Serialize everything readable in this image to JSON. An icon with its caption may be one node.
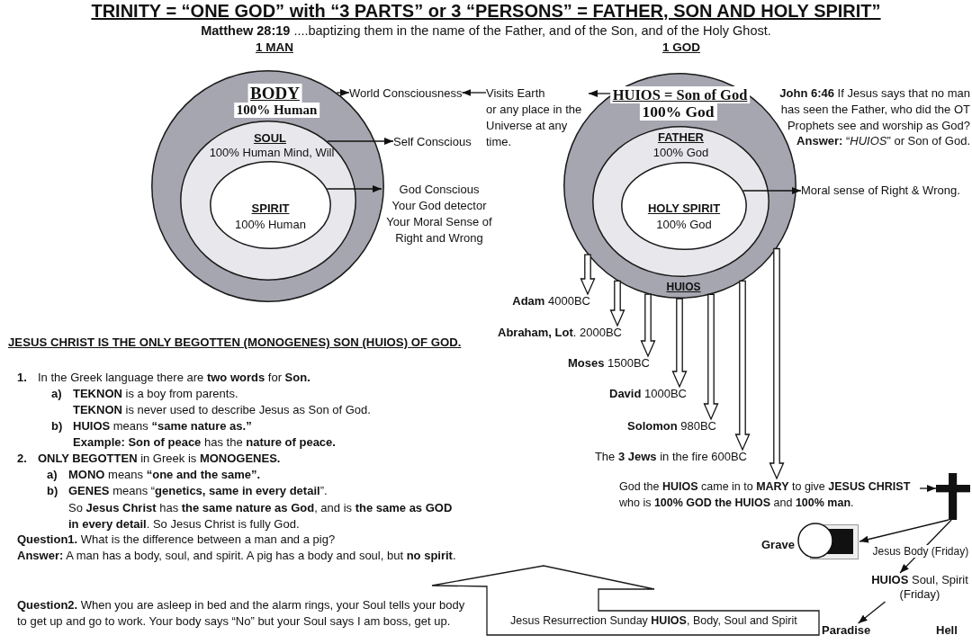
{
  "diagram": {
    "title": "TRINITY = “ONE GOD” with “3 PARTS” or 3 “PERSONS” = FATHER, SON AND HOLY SPIRIT”",
    "nodes": [
      {
        "text": [
          "BODY",
          "100% Human"
        ]
      },
      {
        "text": [
          "SOUL",
          "100% Human Mind, Will"
        ],
        "in": 0
      },
      {
        "text": [
          "SPIRIT",
          "100% Human"
        ],
        "in": 1
      },
      {
        "text": [
          "World Consciousness"
        ]
      },
      {
        "text": [
          "Self Conscious"
        ]
      },
      {
        "text": [
          "God Conscious",
          "Your God detector",
          "Your Moral Sense of Right and Wrong"
        ]
      },
      {
        "text": [
          "Visits Earth",
          "or any place in the Universe at any time."
        ]
      },
      {
        "text": [
          "HUIOS = Son of God",
          "100% God",
          "HUIOS"
        ]
      },
      {
        "text": [
          "FATHER",
          "100% God"
        ],
        "in": 7
      },
      {
        "text": [
          "HOLY SPIRIT",
          "100% God"
        ],
        "in": 8
      },
      {
        "text": [
          "Moral sense of Right & Wrong."
        ]
      },
      {
        "text": [
          "**Adam** 4000BC"
        ]
      },
      {
        "text": [
          "**Abraham, Lot**. 2000BC"
        ]
      },
      {
        "text": [
          "**Moses** 1500BC"
        ]
      },
      {
        "text": [
          "**David** 1000BC"
        ]
      },
      {
        "text": [
          "**Solomon** 980BC"
        ]
      },
      {
        "text": [
          "The **3 Jews** in the fire 600BC"
        ]
      },
      {
        "text": [
          "God the **HUIOS** came in to **MARY** to give **JESUS CHRIST** who is **100% GOD the HUIOS** and **100% man**."
        ]
      },
      {
        "text": [],
        "shape": "cross"
      },
      {
        "text": [],
        "shape": "picture",
        "beside": [
          "Grave"
        ]
      },
      {
        "text": [
          "**HUIOS** Soul, Spirit (Friday)"
        ]
      },
      {
        "text": [
          "Paradise"
        ]
      },
      {
        "text": [
          "Jesus Resurrection Sunday **HUIOS**, Body, Soul and Spirit"
        ]
      }
    ],
    "edges": [
      {
        "from": 0,
        "to": 3,
        "arrow": "to"
      },
      {
        "from": 1,
        "to": 4,
        "arrow": "to"
      },
      {
        "from": 2,
        "to": 5,
        "arrow": "to"
      },
      {
        "from": 6,
        "to": 3,
        "arrow": "to"
      },
      {
        "from": 7,
        "to": 6,
        "arrow": "to"
      },
      {
        "from": 9,
        "to": 10,
        "arrow": "to"
      },
      {
        "from": 7,
        "to": 11,
        "arrow": "to",
        "style": "thick"
      },
      {
        "from": 7,
        "to": 12,
        "arrow": "to",
        "style": "thick"
      },
      {
        "from": 7,
        "to": 13,
        "arrow": "to",
        "style": "thick"
      },
      {
        "from": 7,
        "to": 14,
        "arrow": "to",
        "style": "thick"
      },
      {
        "from": 7,
        "to": 15,
        "arrow": "to",
        "style": "thick"
      },
      {
        "from": 7,
        "to": 16,
        "arrow": "to",
        "style": "thick"
      },
      {
        "from": 7,
        "to": 17,
        "arrow": "to",
        "style": "thick"
      },
      {
        "from": 17,
        "to": 18,
        "arrow": "to"
      },
      {
        "from": 18,
        "to": 19,
        "arrow": "to"
      },
      {
        "from": 18,
        "to": 20,
        "arrow": "to",
        "label": "Jesus Body (Friday)"
      },
      {
        "from": 20,
        "to": 21,
        "arrow": "to"
      }
    ],
    "labels": [
      "**Matthew 28:19** ....baptizing them in the name of the Father, and of the Son, and of the Holy Ghost.",
      "1 MAN",
      "1 GOD",
      "**John 6:46** If Jesus says that no man has seen the Father, who did the OT Prophets see and worship as God?",
      "**Answer:** “*HUIOS*” or Son of God.",
      "JESUS CHRIST IS THE ONLY BEGOTTEN (MONOGENES) SON (HUIOS) OF GOD.",
      "1.",
      "In the Greek language there are **two words** for **Son.**",
      "a)",
      "**TEKNON** is a boy from parents.",
      "**TEKNON** is never used to describe Jesus as Son of God.",
      "b)",
      "**HUIOS** means **“same nature as.”**",
      "**Example:** **Son of peace** has the **nature of peace.**",
      "2.",
      "**ONLY BEGOTTEN** in Greek is **MONOGENES.**",
      "a)",
      "**MONO** means **“one and the same”.**",
      "b)",
      "**GENES** means “**genetics, same in every detail**”.",
      "So **Jesus Christ** has **the same nature as God**, and is **the same as GOD in every detail**. So Jesus Christ is fully God.",
      "**Question1.** What is the difference between a man and a pig?",
      "**Answer:** A man has a body, soul, and spirit. A pig has a body and soul, but **no spirit**.",
      "**Question2.** When you are asleep in bed and the alarm rings, your Soul tells your body to get up and go to work. Your body says “No” but your Soul says I am boss, get up.",
      "Hell"
    ]
  }
}
